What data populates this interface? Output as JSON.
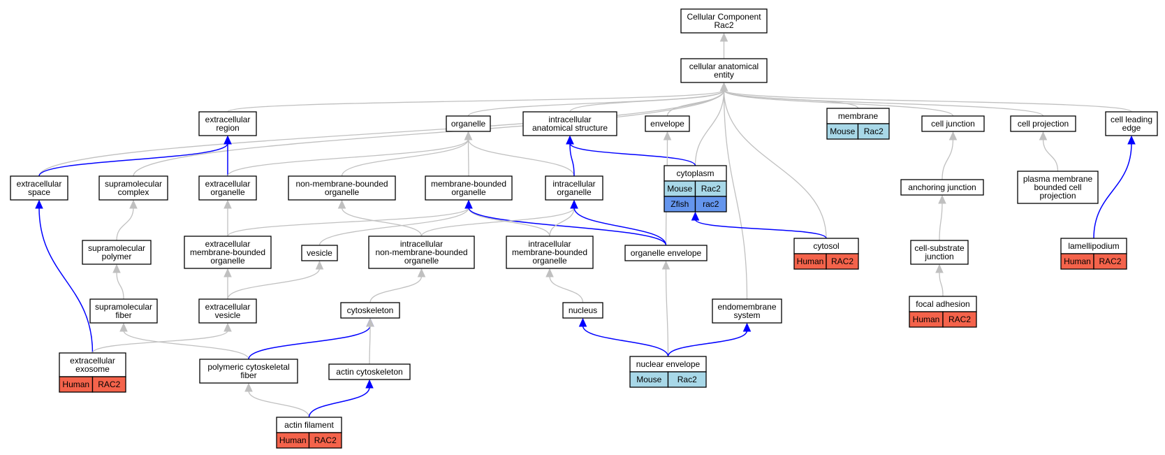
{
  "nodes": [
    {
      "id": "cc",
      "lines": [
        "Cellular Component",
        "Rac2"
      ]
    },
    {
      "id": "cae",
      "lines": [
        "cellular anatomical",
        "entity"
      ]
    },
    {
      "id": "exreg",
      "lines": [
        "extracellular",
        "region"
      ]
    },
    {
      "id": "organelle",
      "lines": [
        "organelle"
      ]
    },
    {
      "id": "ias",
      "lines": [
        "intracellular",
        "anatomical structure"
      ]
    },
    {
      "id": "envelope",
      "lines": [
        "envelope"
      ]
    },
    {
      "id": "membrane",
      "lines": [
        "membrane"
      ],
      "table": [
        [
          {
            "text": "Mouse",
            "species": "Mouse"
          },
          {
            "text": "Rac2",
            "species": "Mouse"
          }
        ]
      ]
    },
    {
      "id": "celljunction",
      "lines": [
        "cell junction"
      ]
    },
    {
      "id": "cellproj",
      "lines": [
        "cell projection"
      ]
    },
    {
      "id": "leading",
      "lines": [
        "cell leading",
        "edge"
      ]
    },
    {
      "id": "exspace",
      "lines": [
        "extracellular",
        "space"
      ]
    },
    {
      "id": "supcomplex",
      "lines": [
        "supramolecular",
        "complex"
      ]
    },
    {
      "id": "exorg",
      "lines": [
        "extracellular",
        "organelle"
      ]
    },
    {
      "id": "nmbo",
      "lines": [
        "non-membrane-bounded",
        "organelle"
      ]
    },
    {
      "id": "mbo",
      "lines": [
        "membrane-bounded",
        "organelle"
      ]
    },
    {
      "id": "intorg",
      "lines": [
        "intracellular",
        "organelle"
      ]
    },
    {
      "id": "cytoplasm",
      "lines": [
        "cytoplasm"
      ],
      "table": [
        [
          {
            "text": "Mouse",
            "species": "Mouse"
          },
          {
            "text": "Rac2",
            "species": "Mouse"
          }
        ],
        [
          {
            "text": "Zfish",
            "species": "Zfish"
          },
          {
            "text": "rac2",
            "species": "Zfish"
          }
        ]
      ]
    },
    {
      "id": "anchoring",
      "lines": [
        "anchoring junction"
      ]
    },
    {
      "id": "pmbcp",
      "lines": [
        "plasma membrane",
        "bounded cell",
        "projection"
      ]
    },
    {
      "id": "suppoly",
      "lines": [
        "supramolecular",
        "polymer"
      ]
    },
    {
      "id": "exmbo",
      "lines": [
        "extracellular",
        "membrane-bounded",
        "organelle"
      ]
    },
    {
      "id": "vesicle",
      "lines": [
        "vesicle"
      ]
    },
    {
      "id": "inmbo",
      "lines": [
        "intracellular",
        "non-membrane-bounded",
        "organelle"
      ]
    },
    {
      "id": "imbo",
      "lines": [
        "intracellular",
        "membrane-bounded",
        "organelle"
      ]
    },
    {
      "id": "orgenv",
      "lines": [
        "organelle envelope"
      ]
    },
    {
      "id": "cytosol",
      "lines": [
        "cytosol"
      ],
      "table": [
        [
          {
            "text": "Human",
            "species": "Human"
          },
          {
            "text": "RAC2",
            "species": "Human"
          }
        ]
      ]
    },
    {
      "id": "csj",
      "lines": [
        "cell-substrate",
        "junction"
      ]
    },
    {
      "id": "lamelli",
      "lines": [
        "lamellipodium"
      ],
      "table": [
        [
          {
            "text": "Human",
            "species": "Human"
          },
          {
            "text": "RAC2",
            "species": "Human"
          }
        ]
      ]
    },
    {
      "id": "supfiber",
      "lines": [
        "supramolecular",
        "fiber"
      ]
    },
    {
      "id": "exves",
      "lines": [
        "extracellular",
        "vesicle"
      ]
    },
    {
      "id": "cytoskel",
      "lines": [
        "cytoskeleton"
      ]
    },
    {
      "id": "nucleus",
      "lines": [
        "nucleus"
      ]
    },
    {
      "id": "endomem",
      "lines": [
        "endomembrane",
        "system"
      ]
    },
    {
      "id": "focal",
      "lines": [
        "focal adhesion"
      ],
      "table": [
        [
          {
            "text": "Human",
            "species": "Human"
          },
          {
            "text": "RAC2",
            "species": "Human"
          }
        ]
      ]
    },
    {
      "id": "exosome",
      "lines": [
        "extracellular",
        "exosome"
      ],
      "table": [
        [
          {
            "text": "Human",
            "species": "Human"
          },
          {
            "text": "RAC2",
            "species": "Human"
          }
        ]
      ]
    },
    {
      "id": "pcf",
      "lines": [
        "polymeric cytoskeletal",
        "fiber"
      ]
    },
    {
      "id": "actincyto",
      "lines": [
        "actin cytoskeleton"
      ]
    },
    {
      "id": "nucenv",
      "lines": [
        "nuclear envelope"
      ],
      "table": [
        [
          {
            "text": "Mouse",
            "species": "Mouse"
          },
          {
            "text": "Rac2",
            "species": "Mouse"
          }
        ]
      ]
    },
    {
      "id": "actinfil",
      "lines": [
        "actin filament"
      ],
      "table": [
        [
          {
            "text": "Human",
            "species": "Human"
          },
          {
            "text": "RAC2",
            "species": "Human"
          }
        ]
      ]
    }
  ],
  "edges": [
    {
      "from": "cae",
      "to": "cc",
      "type": "is_a"
    },
    {
      "from": "exreg",
      "to": "cae",
      "type": "is_a"
    },
    {
      "from": "organelle",
      "to": "cae",
      "type": "is_a"
    },
    {
      "from": "ias",
      "to": "cae",
      "type": "is_a"
    },
    {
      "from": "envelope",
      "to": "cae",
      "type": "is_a"
    },
    {
      "from": "membrane",
      "to": "cae",
      "type": "is_a"
    },
    {
      "from": "celljunction",
      "to": "cae",
      "type": "is_a"
    },
    {
      "from": "cellproj",
      "to": "cae",
      "type": "is_a"
    },
    {
      "from": "leading",
      "to": "cae",
      "type": "is_a"
    },
    {
      "from": "exspace",
      "to": "cae",
      "type": "is_a"
    },
    {
      "from": "supcomplex",
      "to": "cae",
      "type": "is_a"
    },
    {
      "from": "cytoplasm",
      "to": "cae",
      "type": "is_a"
    },
    {
      "from": "cytosol",
      "to": "cae",
      "type": "is_a"
    },
    {
      "from": "endomem",
      "to": "cae",
      "type": "is_a"
    },
    {
      "from": "exspace",
      "to": "exreg",
      "type": "part_of"
    },
    {
      "from": "exorg",
      "to": "exreg",
      "type": "part_of"
    },
    {
      "from": "exorg",
      "to": "organelle",
      "type": "is_a"
    },
    {
      "from": "nmbo",
      "to": "organelle",
      "type": "is_a"
    },
    {
      "from": "mbo",
      "to": "organelle",
      "type": "is_a"
    },
    {
      "from": "intorg",
      "to": "organelle",
      "type": "is_a"
    },
    {
      "from": "intorg",
      "to": "ias",
      "type": "part_of"
    },
    {
      "from": "cytoplasm",
      "to": "ias",
      "type": "part_of"
    },
    {
      "from": "orgenv",
      "to": "envelope",
      "type": "is_a"
    },
    {
      "from": "anchoring",
      "to": "celljunction",
      "type": "is_a"
    },
    {
      "from": "pmbcp",
      "to": "cellproj",
      "type": "is_a"
    },
    {
      "from": "lamelli",
      "to": "leading",
      "type": "part_of"
    },
    {
      "from": "suppoly",
      "to": "supcomplex",
      "type": "is_a"
    },
    {
      "from": "exmbo",
      "to": "exorg",
      "type": "is_a"
    },
    {
      "from": "exmbo",
      "to": "mbo",
      "type": "is_a"
    },
    {
      "from": "vesicle",
      "to": "mbo",
      "type": "is_a"
    },
    {
      "from": "imbo",
      "to": "mbo",
      "type": "is_a"
    },
    {
      "from": "orgenv",
      "to": "mbo",
      "type": "part_of"
    },
    {
      "from": "inmbo",
      "to": "nmbo",
      "type": "is_a"
    },
    {
      "from": "inmbo",
      "to": "intorg",
      "type": "is_a"
    },
    {
      "from": "imbo",
      "to": "intorg",
      "type": "is_a"
    },
    {
      "from": "orgenv",
      "to": "intorg",
      "type": "part_of"
    },
    {
      "from": "cytosol",
      "to": "cytoplasm",
      "type": "part_of"
    },
    {
      "from": "csj",
      "to": "anchoring",
      "type": "is_a"
    },
    {
      "from": "focal",
      "to": "csj",
      "type": "is_a"
    },
    {
      "from": "supfiber",
      "to": "suppoly",
      "type": "is_a"
    },
    {
      "from": "exves",
      "to": "exmbo",
      "type": "is_a"
    },
    {
      "from": "exves",
      "to": "vesicle",
      "type": "is_a"
    },
    {
      "from": "cytoskel",
      "to": "inmbo",
      "type": "is_a"
    },
    {
      "from": "nucleus",
      "to": "imbo",
      "type": "is_a"
    },
    {
      "from": "nucenv",
      "to": "orgenv",
      "type": "is_a"
    },
    {
      "from": "nucenv",
      "to": "nucleus",
      "type": "part_of"
    },
    {
      "from": "nucenv",
      "to": "endomem",
      "type": "part_of"
    },
    {
      "from": "exosome",
      "to": "exspace",
      "type": "part_of"
    },
    {
      "from": "exosome",
      "to": "exves",
      "type": "is_a"
    },
    {
      "from": "pcf",
      "to": "supfiber",
      "type": "is_a"
    },
    {
      "from": "pcf",
      "to": "cytoskel",
      "type": "part_of"
    },
    {
      "from": "actincyto",
      "to": "cytoskel",
      "type": "is_a"
    },
    {
      "from": "actinfil",
      "to": "pcf",
      "type": "is_a"
    },
    {
      "from": "actinfil",
      "to": "actincyto",
      "type": "part_of"
    }
  ],
  "colors": {
    "Human": "#f4634b",
    "Mouse": "#a8d8e8",
    "Zfish": "#6495ed",
    "is_a": "#c0c0c0",
    "part_of": "#0000ff"
  }
}
